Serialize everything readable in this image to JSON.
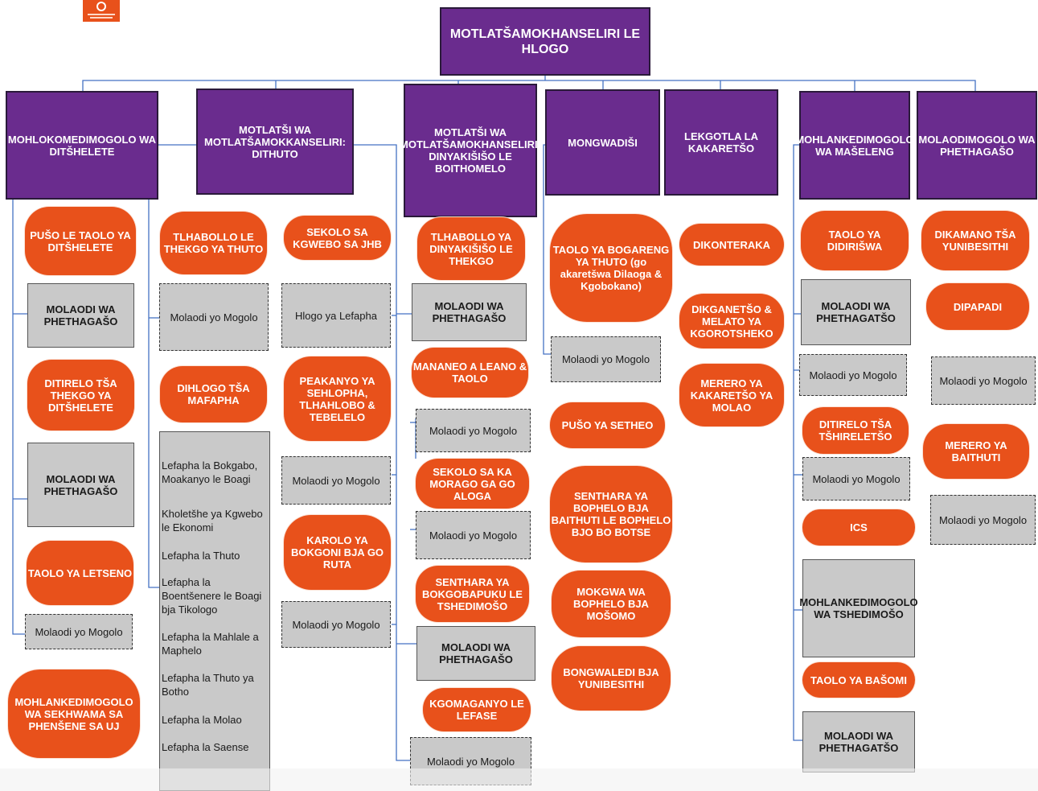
{
  "root": "MOTLATŠAMOKHANSELIRI LE HLOGO",
  "columns": {
    "c1": {
      "head": "MOHLOKOMEDIMOGOLO WA DITŠHELETE",
      "o1": "PUŠO LE TAOLO YA DITŠHELETE",
      "g1": "MOLAODI WA PHETHAGAŠO",
      "o2": "DITIRELO TŠA THEKGO YA DITŠHELETE",
      "g2": "MOLAODI WA PHETHAGAŠO",
      "o3": "TAOLO YA LETSENO",
      "d1": "Molaodi yo Mogolo",
      "o4": "MOHLANKEDIMOGOLO WA SEKHWAMA SA PHENŠENE SA UJ"
    },
    "c2": {
      "head": "MOTLATŠI WA MOTLATŠAMOKKANSELIRI: DITHUTO",
      "o1": "TLHABOLLO LE THEKGO YA THUTO",
      "d1": "Molaodi yo Mogolo",
      "o2": "DIHLOGO TŠA MAFAPHA",
      "list": [
        "Lefapha la Bokgabo, Moakanyo le Boagi",
        "Kholetšhe ya Kgwebo le Ekonomi",
        "Lefapha la Thuto",
        "Lefapha la Boentšenere le Boagi bja Tikologo",
        "Lefapha la Mahlale a Maphelo",
        "Lefapha la Thuto ya Botho",
        "Lefapha la Molao",
        "Lefapha la Saense"
      ],
      "o3": "SEKOLO SA KGWEBO SA JHB",
      "d2": "Hlogo ya Lefapha",
      "o4": "PEAKANYO YA SEHLOPHA, TLHAHLOBO & TEBELELO",
      "d3": "Molaodi yo Mogolo",
      "o5": "KAROLO YA BOKGONI BJA GO RUTA",
      "d4": "Molaodi yo Mogolo"
    },
    "c3": {
      "head": "MOTLATŠI WA MOTLATŠAMOKHANSELIRI: DINYAKIŠIŠO LE BOITHOMELO",
      "o1": "TLHABOLLO YA DINYAKIŠIŠO LE THEKGO",
      "g1": "MOLAODI WA PHETHAGAŠO",
      "o2": "MANANEO A LEANO & TAOLO",
      "d1": "Molaodi yo Mogolo",
      "o3": "SEKOLO SA KA MORAGO GA GO ALOGA",
      "d2": "Molaodi yo Mogolo",
      "o4": "SENTHARA YA BOKGOBAPUKU LE  TSHEDIMOŠO",
      "g2": "MOLAODI WA PHETHAGAŠO",
      "o5": "KGOMAGANYO LE LEFASE",
      "d3": "Molaodi yo Mogolo"
    },
    "c4": {
      "head": "MONGWADIŠI",
      "o1": "TAOLO YA BOGARENG YA THUTO (go akaretšwa Dilaoga & Kgobokano)",
      "d1": "Molaodi yo Mogolo",
      "o2": "PUŠO YA SETHEO",
      "o3": "SENTHARA YA BOPHELO BJA BAITHUTI LE BOPHELO BJO BO BOTSE",
      "o4": "MOKGWA WA BOPHELO BJA MOŠOMO",
      "o5": "BONGWALEDI BJA YUNIBESITHI"
    },
    "c5": {
      "head": "LEKGOTLA LA KAKARETŠO",
      "o1": "DIKONTERAKA",
      "o2": "DIKGANETŠO & MELATO YA KGOROTSHEKO",
      "o3": "MERERO YA KAKARETŠO YA MOLAO"
    },
    "c6": {
      "head": "MOHLANKEDIMOGOLO WA MAŠELENG",
      "o1": "TAOLO YA DIDIRIŠWA",
      "g1": "MOLAODI WA PHETHAGATŠO",
      "d1": "Molaodi yo Mogolo",
      "o2": "DITIRELO TŠA TŠHIRELETŠO",
      "d2": "Molaodi yo Mogolo",
      "o3": "ICS",
      "g2": "MOHLANKEDIMOGOLO WA TSHEDIMOŠO",
      "o4": "TAOLO YA BAŠOMI",
      "g3": "MOLAODI WA PHETHAGATŠO"
    },
    "c7": {
      "head": "MOLAODIMOGOLO WA PHETHAGAŠO",
      "o1": "DIKAMANO TŠA YUNIBESITHI",
      "o2": "DIPAPADI",
      "d1": "Molaodi yo Mogolo",
      "o3": "MERERO YA BAITHUTI",
      "d2": "Molaodi yo Mogolo"
    }
  },
  "colors": {
    "purple": "#6a2c8e",
    "orange": "#e8511b",
    "gray": "#c9c9c9",
    "line": "#4472c4"
  }
}
